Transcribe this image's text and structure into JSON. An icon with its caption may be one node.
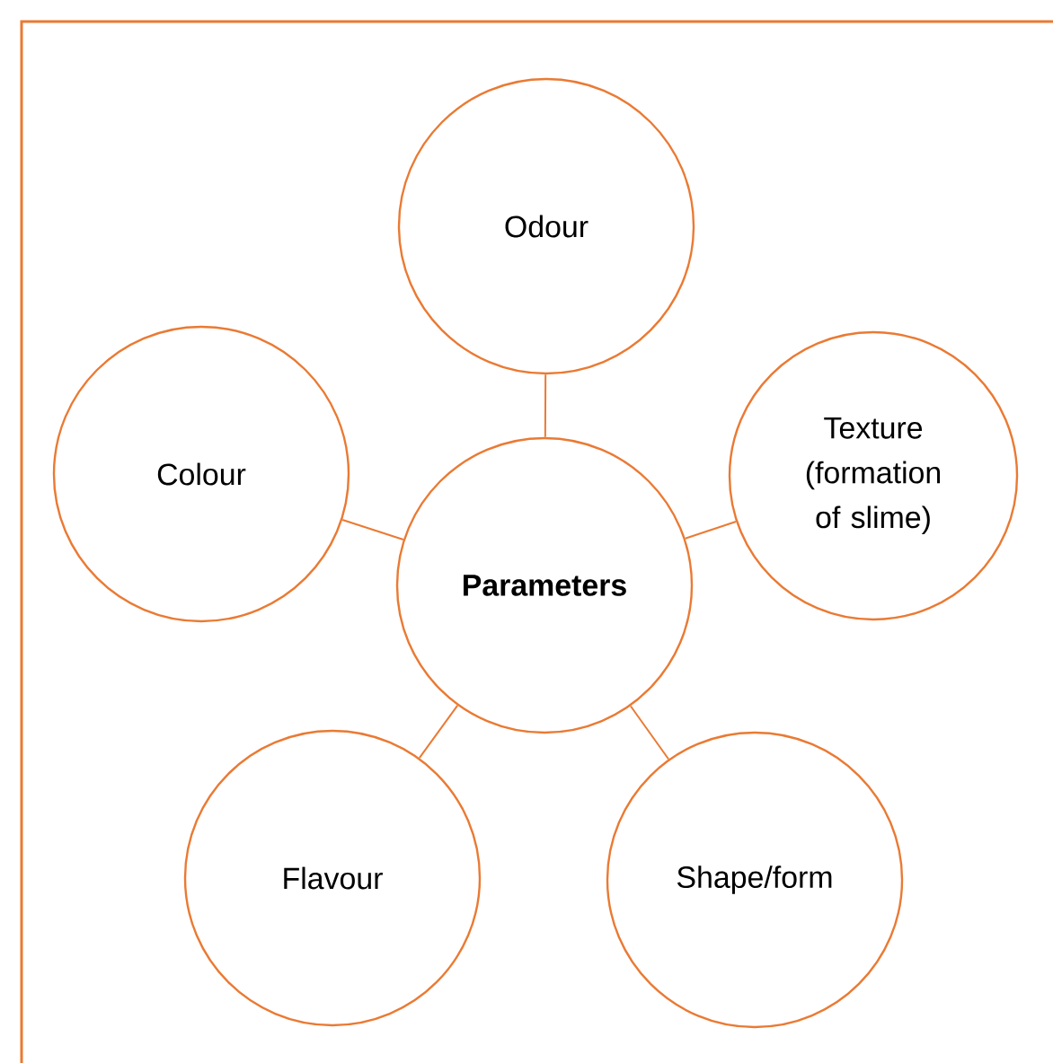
{
  "diagram": {
    "nodes": [
      {
        "text": [
          "Odour"
        ]
      },
      {
        "text": [
          "Colour"
        ]
      },
      {
        "text": [
          "Parameters"
        ]
      },
      {
        "text": [
          "Texture (formation of slime)"
        ]
      },
      {
        "text": [
          "Flavour"
        ]
      },
      {
        "text": [
          "Shape/form"
        ]
      }
    ],
    "edges": [
      {
        "from": 2,
        "to": 0,
        "arrow": "none"
      },
      {
        "from": 2,
        "to": 1,
        "arrow": "none"
      },
      {
        "from": 2,
        "to": 3,
        "arrow": "none"
      },
      {
        "from": 2,
        "to": 4,
        "arrow": "none"
      },
      {
        "from": 2,
        "to": 5,
        "arrow": "none"
      }
    ]
  }
}
